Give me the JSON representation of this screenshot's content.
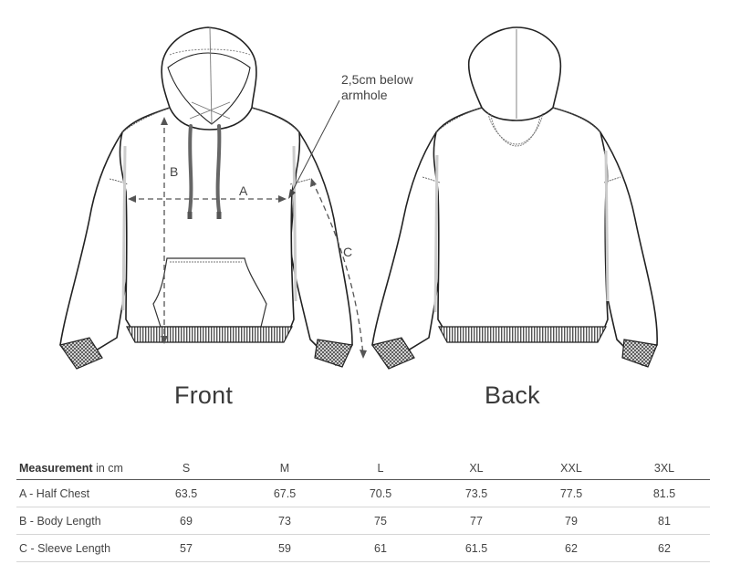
{
  "figure": {
    "views": [
      {
        "id": "front",
        "title": "Front"
      },
      {
        "id": "back",
        "title": "Back"
      }
    ],
    "dimension_labels": {
      "a": "A",
      "b": "B",
      "c": "C"
    },
    "annotation": {
      "line1": "2,5cm below",
      "line2": "armhole"
    }
  },
  "table": {
    "header": {
      "bold_label": "Measurement",
      "unit_label": " in cm"
    },
    "sizes": [
      "S",
      "M",
      "L",
      "XL",
      "XXL",
      "3XL"
    ],
    "rows": [
      {
        "label": "A - Half Chest",
        "values": [
          "63.5",
          "67.5",
          "70.5",
          "73.5",
          "77.5",
          "81.5"
        ]
      },
      {
        "label": "B - Body Length",
        "values": [
          "69",
          "73",
          "75",
          "77",
          "79",
          "81"
        ]
      },
      {
        "label": "C - Sleeve Length",
        "values": [
          "57",
          "59",
          "61",
          "61.5",
          "62",
          "62"
        ]
      }
    ]
  }
}
